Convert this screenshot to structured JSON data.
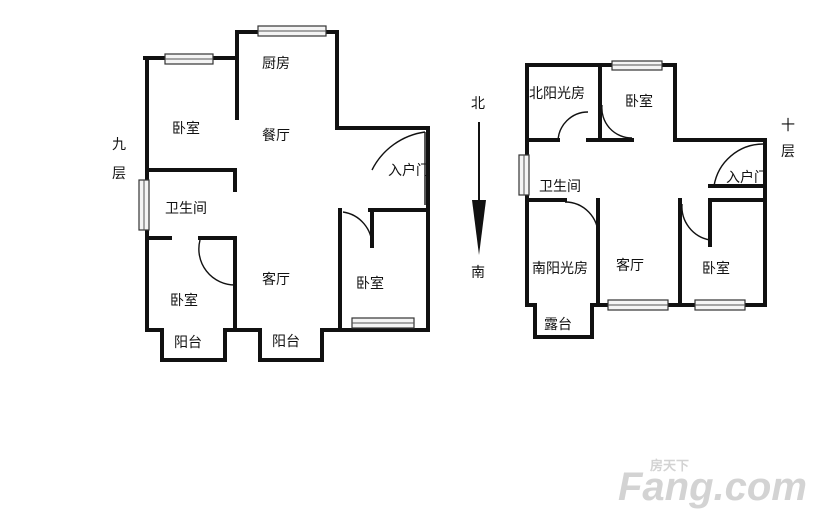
{
  "floor9": {
    "floor_label_chars": [
      "九",
      "层"
    ],
    "rooms": {
      "kitchen": "厨房",
      "bedroom_nw": "卧室",
      "dining": "餐厅",
      "entrance": "入户门",
      "bathroom": "卫生间",
      "bedroom_sw": "卧室",
      "living": "客厅",
      "bedroom_se": "卧室",
      "balcony_left": "阳台",
      "balcony_right": "阳台"
    }
  },
  "floor10": {
    "floor_label_chars": [
      "十",
      "层"
    ],
    "rooms": {
      "north_sunroom": "北阳光房",
      "bedroom_n": "卧室",
      "bathroom": "卫生间",
      "entrance": "入户门",
      "south_sunroom": "南阳光房",
      "living": "客厅",
      "bedroom_s": "卧室",
      "terrace": "露台"
    }
  },
  "compass": {
    "north": "北",
    "south": "南"
  },
  "watermark": {
    "brand": "Fang.com",
    "chinese": "房天下"
  }
}
